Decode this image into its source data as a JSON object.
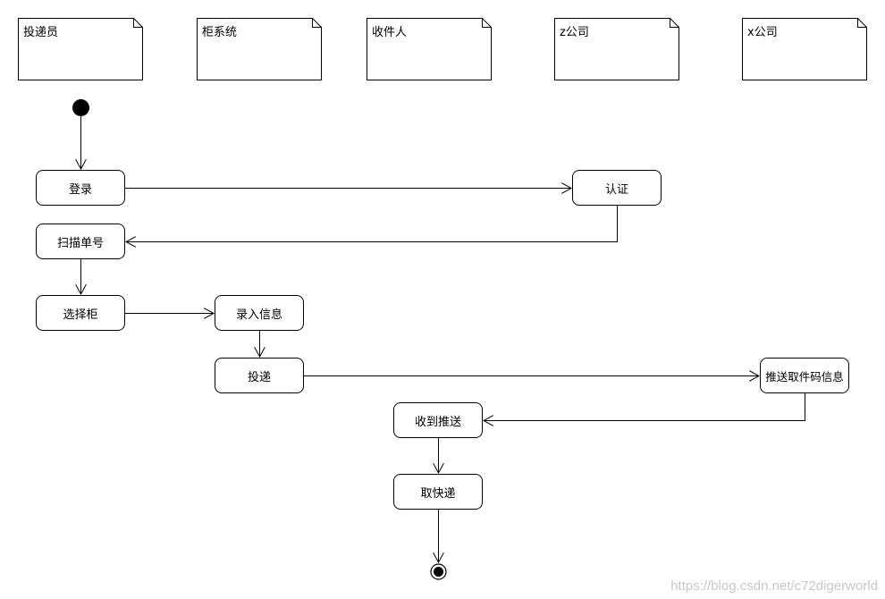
{
  "lanes": [
    "投递员",
    "柜系统",
    "收件人",
    "z公司",
    "x公司"
  ],
  "activities": {
    "login": "登录",
    "auth": "认证",
    "scan": "扫描单号",
    "select_cabinet": "选择柜",
    "input_info": "录入信息",
    "deliver": "投递",
    "push_code": "推送取件码信息",
    "receive_push": "收到推送",
    "pickup": "取快递"
  },
  "watermark": "https://blog.csdn.net/c72digerworld"
}
